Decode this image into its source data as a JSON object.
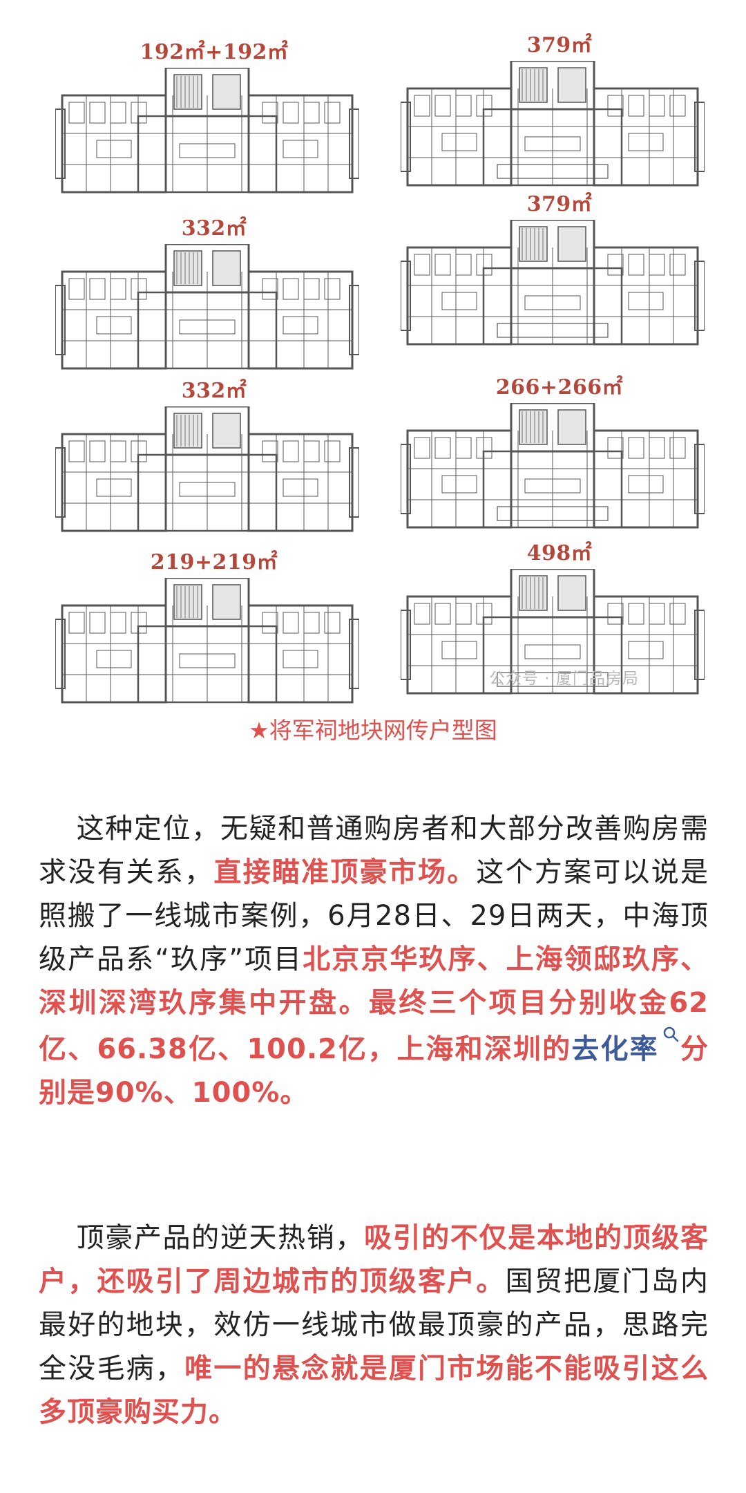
{
  "floor_plans": [
    {
      "label": "192㎡+192㎡"
    },
    {
      "label": "379㎡"
    },
    {
      "label": "332㎡"
    },
    {
      "label": "379㎡"
    },
    {
      "label": "332㎡"
    },
    {
      "label": "266+266㎡"
    },
    {
      "label": "219+219㎡"
    },
    {
      "label": "498㎡"
    }
  ],
  "watermark": "公众号 · 厦门品房局",
  "caption": "★将军祠地块网传户型图",
  "paragraph1": {
    "p1": "这种定位，无疑和普通购房者和大部分改善购房需求没有关系，",
    "h1": "直接瞄准顶豪市场。",
    "p2": "这个方案可以说是照搬了一线城市案例，6月28日、29日两天，中海顶级产品系“玖序”项目",
    "h2": "北京京华玖序、上海领邸玖序、深圳深湾玖序集中开盘。最终三个项目分别收金62亿、66.38亿、100.2亿，上海和深圳的",
    "link": "去化率",
    "h3": "分别是90%、100%。"
  },
  "paragraph2": {
    "p1": "顶豪产品的逆天热销，",
    "h1": "吸引的不仅是本地的顶级客户，还吸引了周边城市的顶级客户。",
    "p2": "国贸把厦门岛内最好的地块，效仿一线城市做最顶豪的产品，思路完全没毛病，",
    "h2": "唯一的悬念就是厦门市场能不能吸引这么多顶豪购买力。"
  }
}
